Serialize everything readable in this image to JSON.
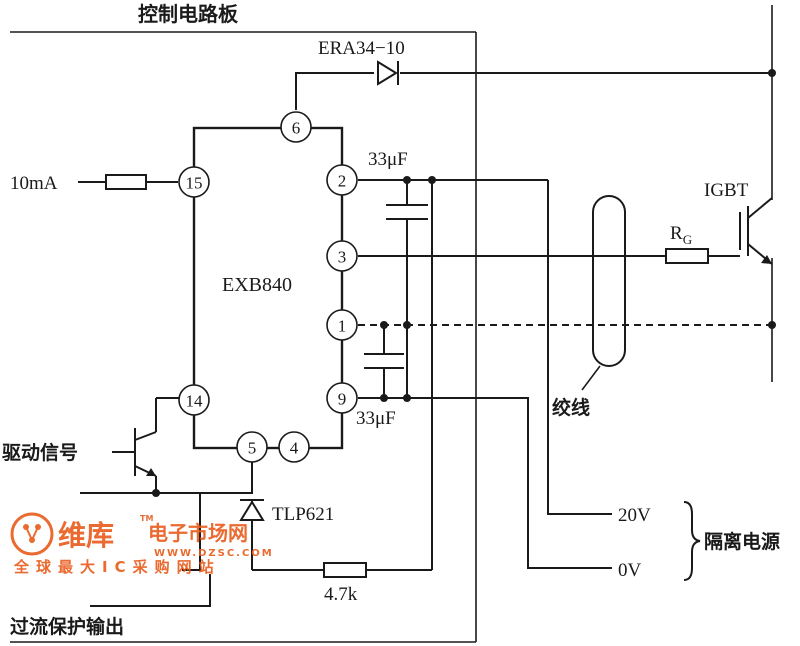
{
  "board_label": "控制电路板",
  "chip": {
    "name": "EXB840"
  },
  "pins": [
    "6",
    "15",
    "2",
    "3",
    "1",
    "14",
    "9",
    "5",
    "4"
  ],
  "diode_label": "ERA34−10",
  "cap_top_label": "33μF",
  "cap_bottom_label": "33μF",
  "input_current_label": "10mA",
  "igbt_label": "IGBT",
  "rg_label": "R",
  "rg_subscript": "G",
  "twisted_label": "绞线",
  "drive_label": "驱动信号",
  "optocoupler_label": "TLP621",
  "resistor_label": "4.7k",
  "overcurrent_label": "过流保护输出",
  "supply_20v": "20V",
  "supply_0v": "0V",
  "isolated_supply_label": "隔离电源",
  "watermark": {
    "brand": "维库",
    "name": "电子市场网",
    "url": "WWW.DZSC.COM",
    "slogan": "全球最大IC采购网站",
    "tm": "TM"
  }
}
